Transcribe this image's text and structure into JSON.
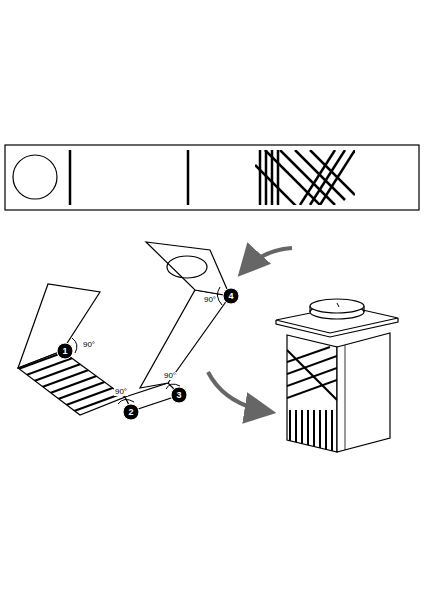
{
  "diagram": {
    "labels": [
      "1",
      "90°",
      "2",
      "90°",
      "3",
      "90°",
      "4",
      "90°"
    ]
  }
}
